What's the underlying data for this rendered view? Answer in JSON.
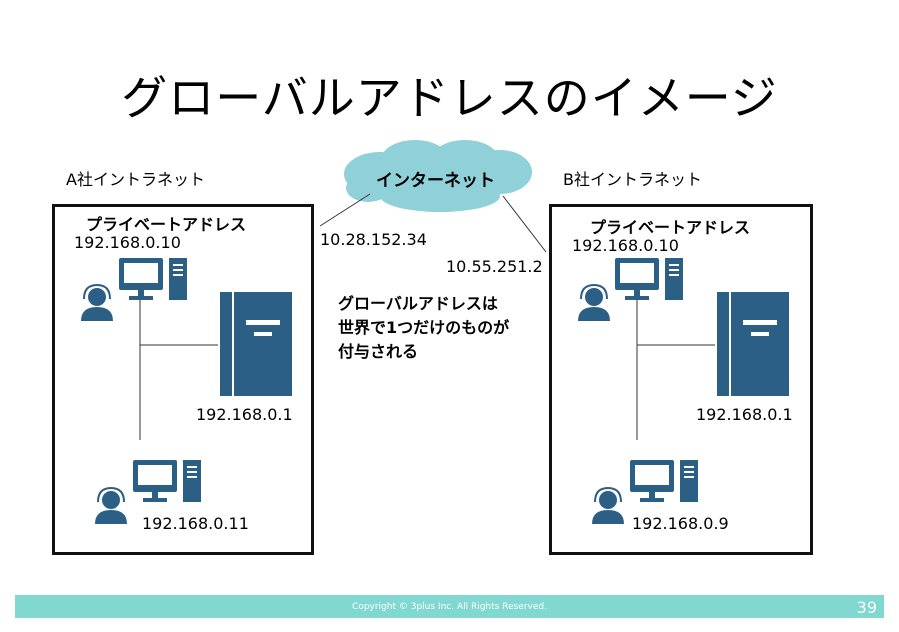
{
  "title": "グローバルアドレスのイメージ",
  "internet": {
    "label": "インターネット"
  },
  "network_a": {
    "label": "A社イントラネット",
    "private_label": "プライベートアドレス",
    "pc_top_ip": "192.168.0.10",
    "server_ip": "192.168.0.1",
    "pc_bottom_ip": "192.168.0.11",
    "global_ip": "10.28.152.34"
  },
  "network_b": {
    "label": "B社イントラネット",
    "private_label": "プライベートアドレス",
    "pc_top_ip": "192.168.0.10",
    "server_ip": "192.168.0.1",
    "pc_bottom_ip": "192.168.0.9",
    "global_ip": "10.55.251.2"
  },
  "note": [
    "グローバルアドレスは",
    "世界で1つだけのものが",
    "付与される"
  ],
  "footer": {
    "copyright": "Copyright © 3plus Inc. All Rights Reserved.",
    "page_number": "39"
  },
  "colors": {
    "icon": "#2c5f86",
    "cloud": "#8fd0d9",
    "footer": "#80d8d0"
  }
}
